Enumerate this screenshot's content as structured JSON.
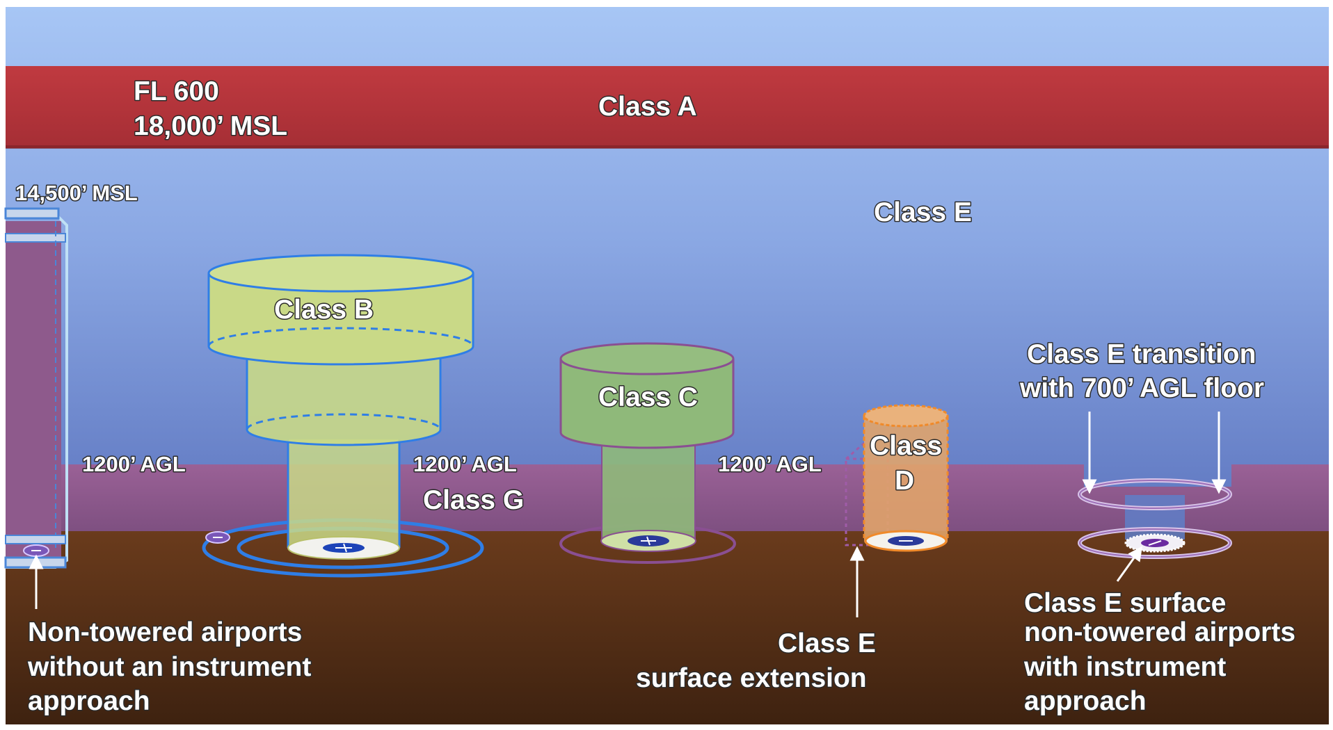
{
  "class_a": {
    "label": "Class A",
    "top": "FL 600",
    "bottom": "18,000’ MSL",
    "color": "#b0343a"
  },
  "class_e": {
    "label": "Class E",
    "upper_limit": "14,500’ MSL"
  },
  "class_b": {
    "label": "Class B",
    "color": "#c9d987"
  },
  "class_c": {
    "label": "Class C",
    "color": "#8fb97a"
  },
  "class_d": {
    "label_line1": "Class",
    "label_line2": "D",
    "color": "#e3a56a"
  },
  "class_g": {
    "label": "Class G",
    "ceiling_left": "1200’ AGL",
    "ceiling_middle": "1200’ AGL",
    "ceiling_right": "1200’ AGL",
    "color": "#8e5a8c"
  },
  "transition": {
    "line1": "Class E transition",
    "line2": "with 700’ AGL floor"
  },
  "surface_extension": {
    "line1": "Class E",
    "line2": "surface extension"
  },
  "non_towered": {
    "line1": "Non-towered airports",
    "line2": "without an instrument",
    "line3": "approach"
  },
  "surface_e": {
    "line1": "Class E surface",
    "line2": "non-towered airports",
    "line3": "with instrument",
    "line4": "approach"
  },
  "colors": {
    "sky_top": "#a5c4f3",
    "sky_bottom": "#5f79c1",
    "ground": "#5c3418",
    "outline_blue": "#2f7ee6"
  }
}
